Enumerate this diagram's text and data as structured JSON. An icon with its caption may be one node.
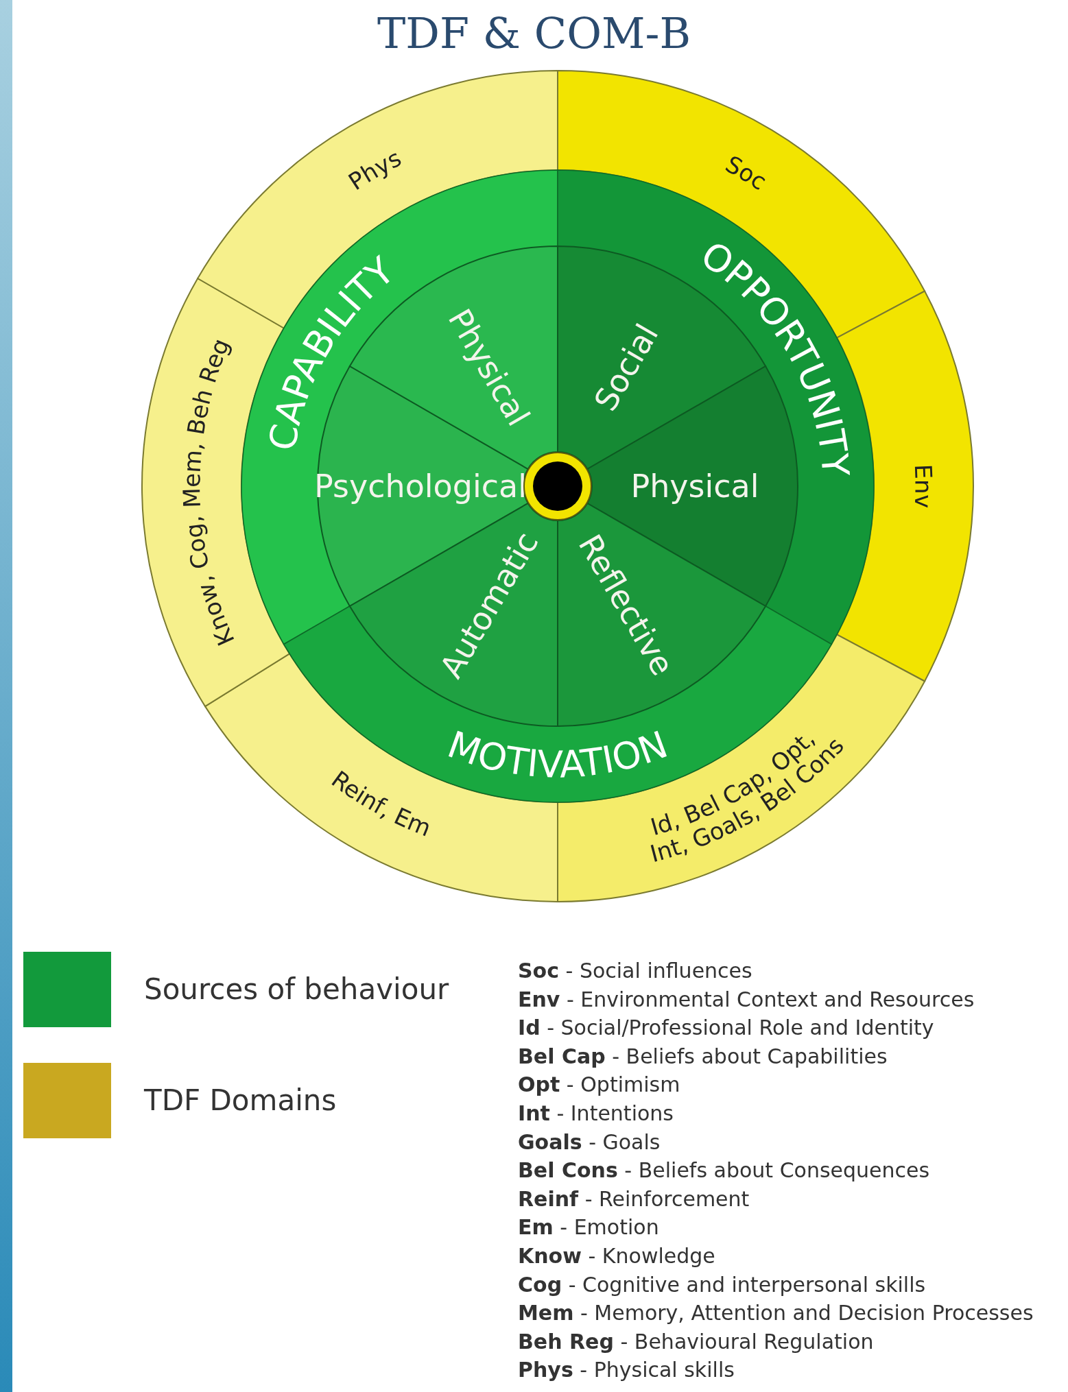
{
  "diagram": {
    "title": "TDF & COM-B",
    "nodes": [
      {
        "text": [
          "Soc"
        ]
      },
      {
        "text": [
          "Env"
        ]
      },
      {
        "text": [
          "Id, Bel Cap, Opt, Int, Goals, Bel Cons"
        ]
      },
      {
        "text": [
          "Reinf, Em"
        ]
      },
      {
        "text": [
          "Know, Cog, Mem, Beh Reg"
        ]
      },
      {
        "text": [
          "Phys"
        ]
      },
      {
        "text": [
          "CAPABILITY"
        ]
      },
      {
        "text": [
          "Physical"
        ],
        "in": 6
      },
      {
        "text": [
          "Psychological"
        ],
        "in": 6
      },
      {
        "text": [
          "OPPORTUNITY"
        ]
      },
      {
        "text": [
          "Social"
        ],
        "in": 9
      },
      {
        "text": [
          "Physical"
        ],
        "in": 9
      },
      {
        "text": [
          "MOTIVATION"
        ]
      },
      {
        "text": [
          "Reflective"
        ],
        "in": 12
      },
      {
        "text": [
          "Automatic"
        ],
        "in": 12
      }
    ],
    "edges": [],
    "labels": [
      "**Soc** - Social influences",
      "**Env** - Environmental Context and Resources",
      "**Id** - Social/Professional Role and Identity",
      "**Bel Cap** - Beliefs about Capabilities",
      "**Opt** - Optimism",
      "**Int** - Intentions",
      "**Goals** - Goals",
      "**Bel Cons** - Beliefs about Consequences",
      "**Reinf** - Reinforcement",
      "**Em** - Emotion",
      "**Know** - Knowledge",
      "**Cog** - Cognitive and interpersonal skills",
      "**Mem** - Memory, Attention and Decision Processes",
      "**Beh Reg** - Behavioural Regulation",
      "**Phys** - Physical skills"
    ],
    "legend": [
      {
        "text": "Sources of behaviour",
        "color": "#129a3c"
      },
      {
        "text": "TDF Domains",
        "color": "#c9a820"
      }
    ]
  }
}
